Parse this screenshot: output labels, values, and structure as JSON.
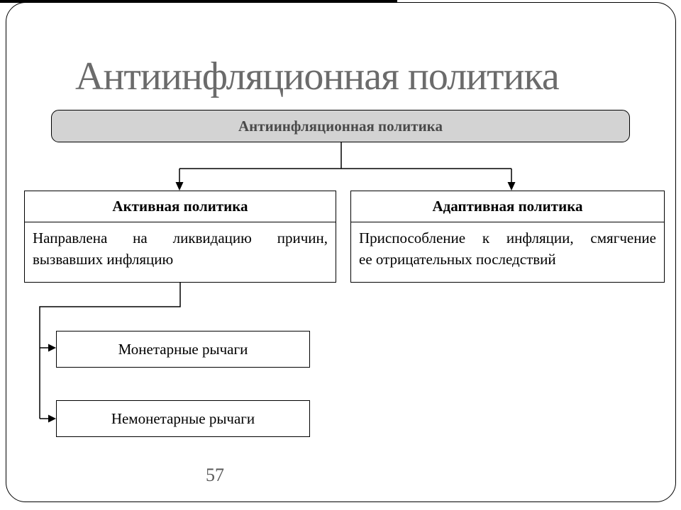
{
  "slide": {
    "title": "Антиинфляционная политика",
    "page_number": "57"
  },
  "diagram": {
    "root_box": {
      "label": "Антиинфляционная политика"
    },
    "active": {
      "header": "Активная политика",
      "body_lines": [
        "Направлена на ликвидацию причин,",
        "вызвавших инфляцию"
      ]
    },
    "adaptive": {
      "header": "Адаптивная политика",
      "body_lines": [
        "Приспособление к инфляции, смягчение",
        "ее отрицательных последствий"
      ]
    },
    "levers": [
      {
        "label": "Монетарные рычаги"
      },
      {
        "label": "Немонетарные рычаги"
      }
    ]
  },
  "colors": {
    "background": "#ffffff",
    "line": "#000000",
    "box_border": "#000000",
    "root_box_fill": "#d3d3d3",
    "root_box_text": "#4a4a4a",
    "title_text": "#6b6b6b",
    "page_number_text": "#595959"
  }
}
